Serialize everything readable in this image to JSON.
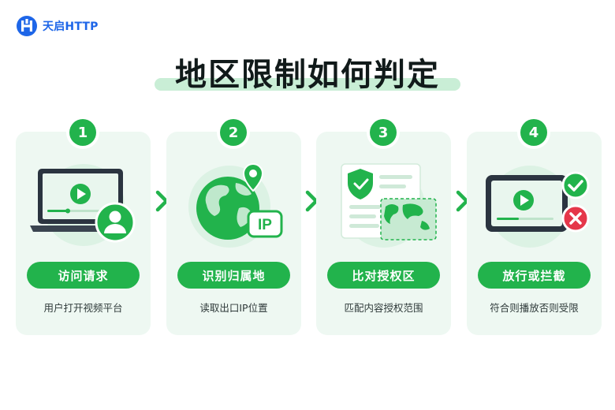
{
  "brand": {
    "name": "天启HTTP"
  },
  "title": "地区限制如何判定",
  "colors": {
    "accent": "#22b34c",
    "brand": "#1e66e8",
    "card": "#eef8f2",
    "danger": "#e5374a"
  },
  "steps": [
    {
      "number": "1",
      "label": "访问请求",
      "description": "用户打开视频平台",
      "icon": "laptop-video-user-icon"
    },
    {
      "number": "2",
      "label": "识别归属地",
      "description": "读取出口IP位置",
      "icon": "globe-location-ip-icon",
      "tag": "IP"
    },
    {
      "number": "3",
      "label": "比对授权区",
      "description": "匹配内容授权范围",
      "icon": "shield-document-map-icon"
    },
    {
      "number": "4",
      "label": "放行或拦截",
      "description": "符合则播放否则受限",
      "icon": "monitor-allow-deny-icon"
    }
  ]
}
